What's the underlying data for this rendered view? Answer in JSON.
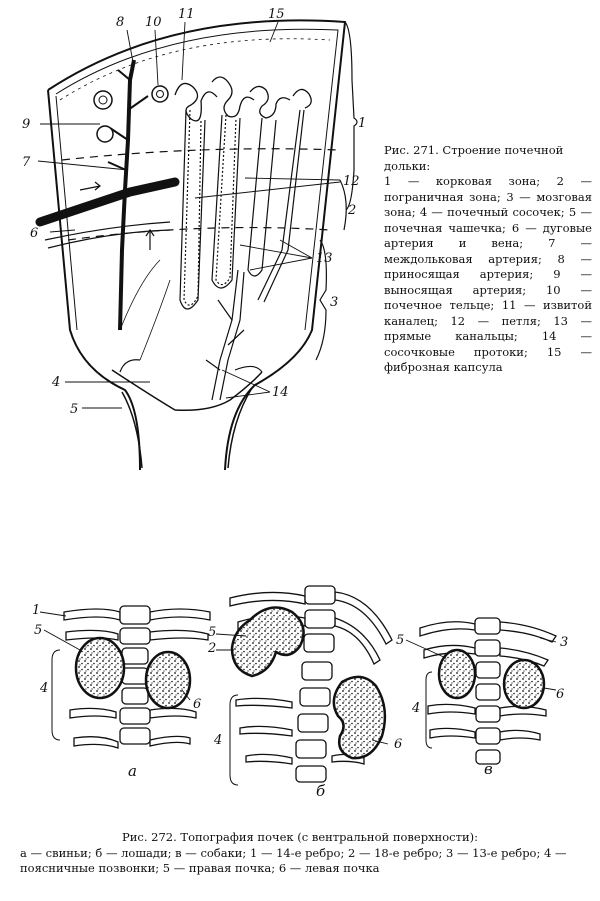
{
  "figure1": {
    "caption_title": "Рис. 271. Строение почечной дольки:",
    "caption_legend": "1 — корковая зона; 2 — пограничная зона; 3 — мозговая зона; 4 — почечный сосочек; 5 — почечная чашечка; 6 — дуговые артерия и вена; 7 — междольковая артерия; 8 — приносящая артерия; 9 — выносящая артерия; 10 — почечное тельце; 11 — извитой каналец; 12 — петля; 13 — прямые канальцы; 14 — сосочковые протоки; 15 — фиброзная капсула",
    "labels": {
      "l1": "1",
      "l2": "2",
      "l3": "3",
      "l4": "4",
      "l5": "5",
      "l6": "6",
      "l7": "7",
      "l8": "8",
      "l9": "9",
      "l10": "10",
      "l11": "11",
      "l12": "12",
      "l13": "13",
      "l14": "14",
      "l15": "15"
    }
  },
  "figure2": {
    "caption_title": "Рис. 272. Топография почек (с вентральной поверхности):",
    "caption_legend": "а — свиньи; б — лошади; в — собаки; 1 — 14-е ребро; 2 — 18-е ребро; 3 — 13-е ребро; 4 — поясничные позвонки; 5 — правая почка; 6 — левая почка",
    "labels": {
      "a1": "1",
      "a5": "5",
      "a4": "4",
      "a6": "6",
      "a_letter": "а",
      "b5": "5",
      "b2": "2",
      "b4": "4",
      "b6": "6",
      "b_letter": "б",
      "c5": "5",
      "c3": "3",
      "c4": "4",
      "c6": "6",
      "c_letter": "в"
    }
  }
}
